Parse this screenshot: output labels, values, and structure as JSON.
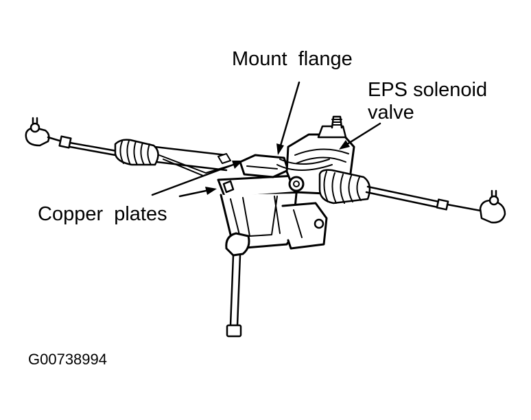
{
  "labels": {
    "mount_flange": "Mount  flange",
    "eps_line1": "EPS solenoid",
    "eps_line2": "valve",
    "copper_plates": "Copper  plates",
    "figure_code": "G00738994"
  },
  "colors": {
    "ink": "#000000",
    "paper": "#ffffff"
  }
}
